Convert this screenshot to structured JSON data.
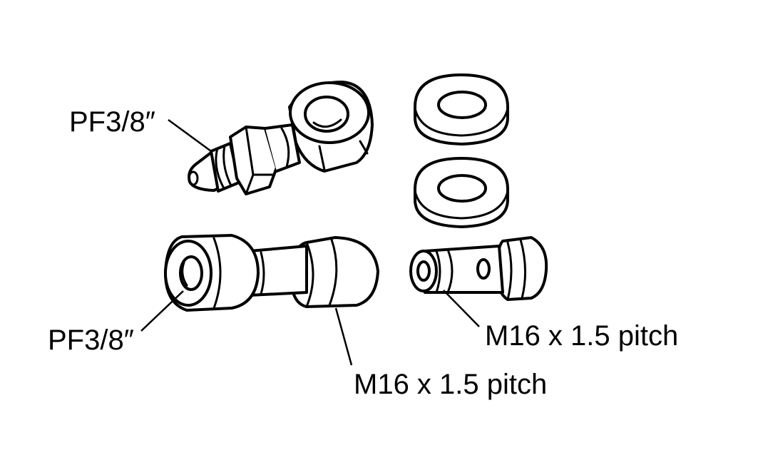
{
  "diagram": {
    "labels": {
      "banjo_thread": "PF3/8″",
      "adapter_thread_left": "PF3/8″",
      "adapter_thread_right": "M16 x 1.5 pitch",
      "banjo_bolt_thread": "M16 x 1.5 pitch"
    },
    "parts": [
      "banjo-fitting",
      "sealing-washer",
      "sealing-washer",
      "adapter",
      "banjo-bolt"
    ],
    "colors": {
      "line": "#000000",
      "background": "#ffffff"
    }
  }
}
